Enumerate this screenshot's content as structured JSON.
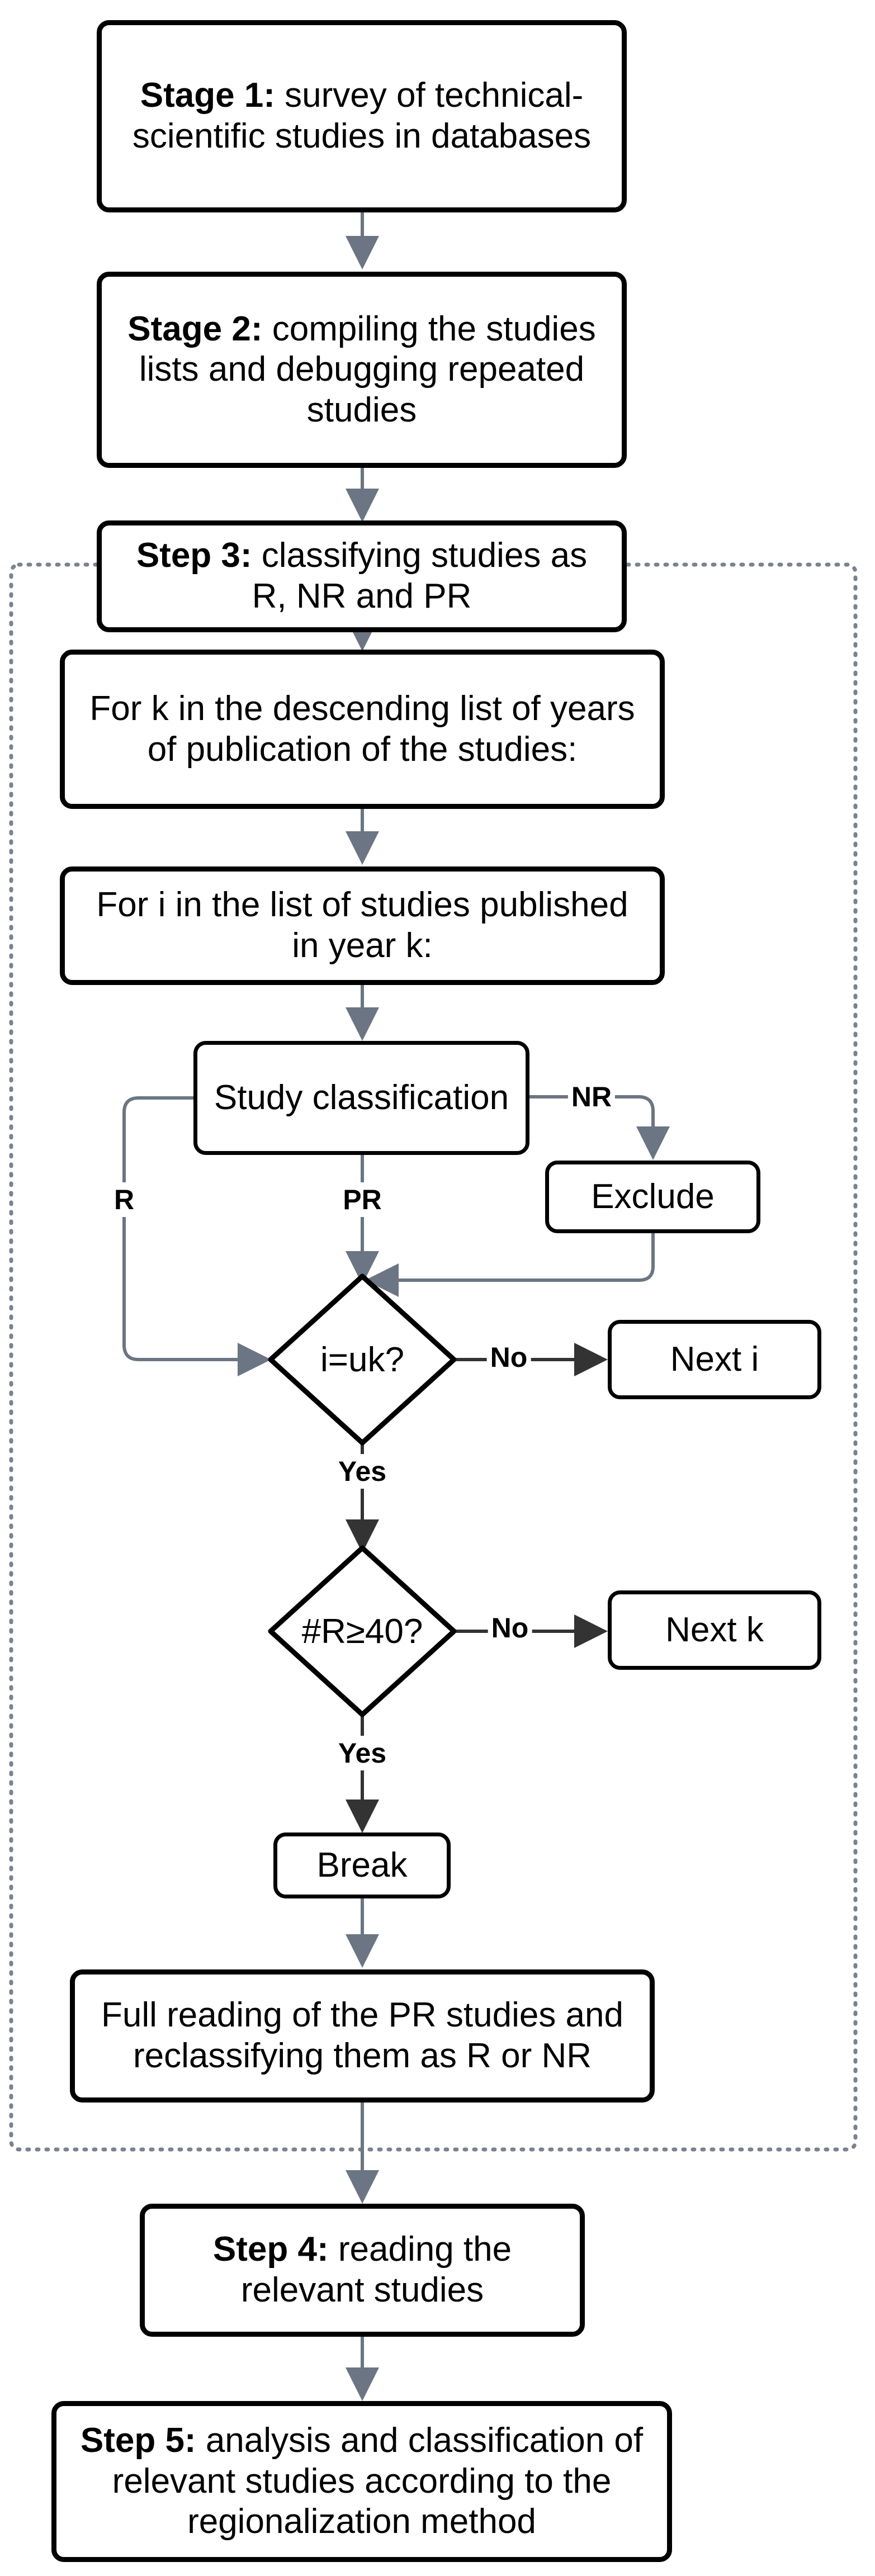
{
  "flow": {
    "stage1": {
      "bold": "Stage 1:",
      "text": " survey of technical-scientific studies in databases"
    },
    "stage2": {
      "bold": "Stage 2:",
      "text": " compiling the studies lists and debugging repeated studies"
    },
    "step3": {
      "bold": "Step 3:",
      "text": " classifying studies as R, NR and PR"
    },
    "loop_k": "For k in the descending list of years of publication of the studies:",
    "loop_i": "For i in the list of studies published in year k:",
    "classify": "Study classification",
    "exclude": "Exclude",
    "decision_uk": "i=uk?",
    "next_i": "Next i",
    "decision_r40": "#R≥40?",
    "next_k": "Next k",
    "break_label": "Break",
    "full_reading": "Full reading of the PR studies and reclassifying them as R or NR",
    "step4": {
      "bold": "Step 4:",
      "text": " reading the relevant studies"
    },
    "step5": {
      "bold": "Step 5:",
      "text": " analysis and classification of relevant studies according to the regionalization method"
    }
  },
  "edge_labels": {
    "nr": "NR",
    "r": "R",
    "pr": "PR",
    "no_1": "No",
    "yes_1": "Yes",
    "no_2": "No",
    "yes_2": "Yes"
  },
  "colors": {
    "stroke": "#000000",
    "arrow_gray": "#6b7583",
    "arrow_dark": "#333333",
    "container_dotted": "#7a8290"
  }
}
